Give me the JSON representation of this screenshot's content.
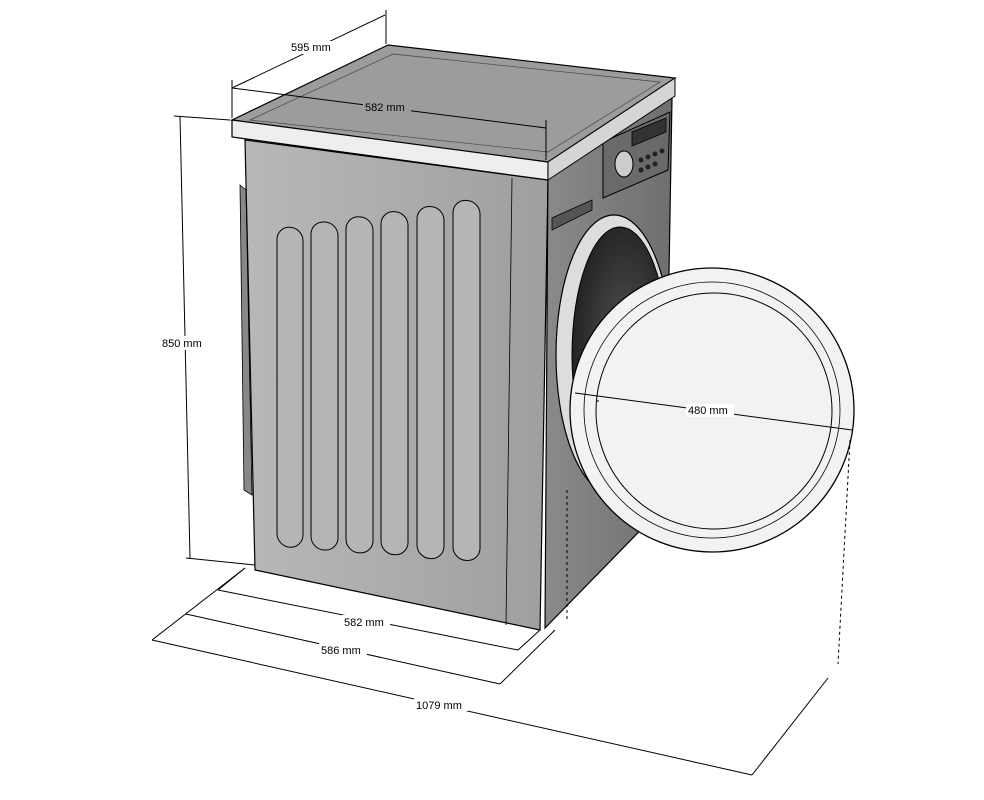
{
  "diagram": {
    "subject": "washing-machine",
    "dimensions": {
      "top_depth": "595 mm",
      "top_width": "582 mm",
      "height": "850 mm",
      "door_diameter": "480 mm",
      "base_width": "582 mm",
      "overall_depth": "586 mm",
      "depth_door_open": "1079 mm"
    },
    "colors": {
      "body": "#a9a9a9",
      "top": "#9c9c9c",
      "door_ring": "#f2f2f2",
      "drum": "#3a3a3a"
    }
  }
}
